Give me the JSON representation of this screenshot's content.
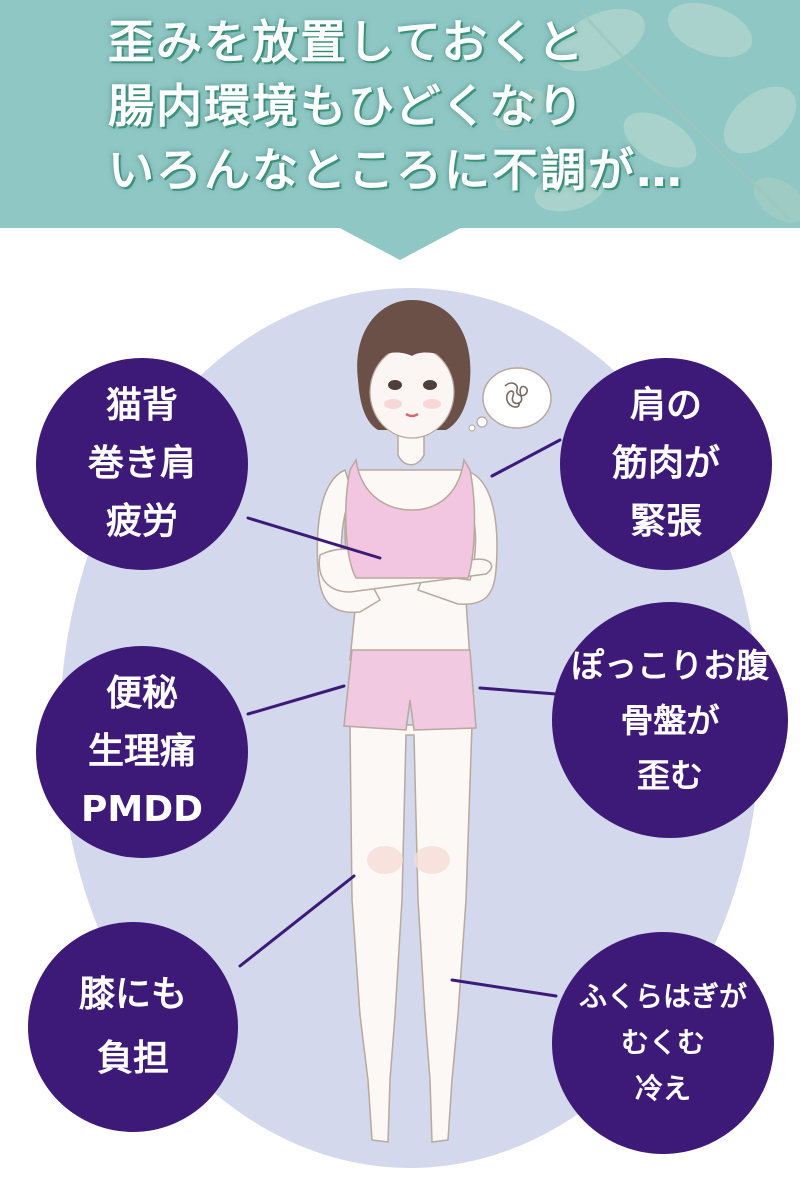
{
  "header": {
    "lines": [
      "歪みを放置しておくと",
      "腸内環境もひどくなり",
      "いろんなところに不調が…"
    ]
  },
  "bubbles": [
    {
      "lines": [
        "猫背",
        "巻き肩",
        "疲労"
      ]
    },
    {
      "lines": [
        "肩の",
        "筋肉が",
        "緊張"
      ]
    },
    {
      "lines": [
        "便秘",
        "生理痛",
        "PMDD"
      ]
    },
    {
      "lines": [
        "ぽっこりお腹",
        "骨盤が",
        "歪む"
      ]
    },
    {
      "lines": [
        "膝にも",
        "負担"
      ]
    },
    {
      "lines": [
        "ふくらはぎが",
        "むくむ",
        "冷え"
      ]
    }
  ],
  "colors": {
    "banner": "#8fc7c4",
    "bubble": "#3d1a78",
    "backdrop_oval": "#d3d8ec",
    "top_wear": "#f2c6e0",
    "shorts": "#f1c9e1"
  }
}
